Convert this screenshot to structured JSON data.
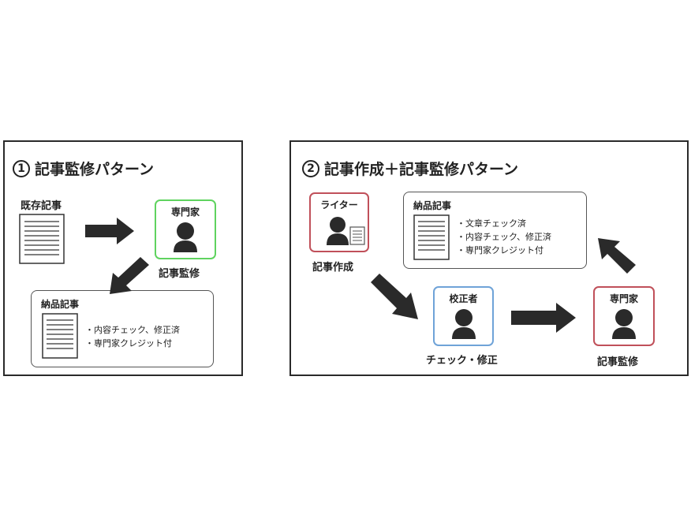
{
  "colors": {
    "green": "#5fd35f",
    "red": "#c0505a",
    "blue": "#6fa3d8",
    "dark": "#2a2a2a"
  },
  "panel1": {
    "number": "1",
    "title": "記事監修パターン",
    "source_label": "既存記事",
    "expert_label": "専門家",
    "expert_caption": "記事監修",
    "delivery_title": "納品記事",
    "delivery_bullets": [
      "・内容チェック、修正済",
      "・専門家クレジット付"
    ]
  },
  "panel2": {
    "number": "2",
    "title": "記事作成＋記事監修パターン",
    "writer_label": "ライター",
    "writer_caption": "記事作成",
    "delivery_title": "納品記事",
    "delivery_bullets": [
      "・文章チェック済",
      "・内容チェック、修正済",
      "・専門家クレジット付"
    ],
    "proofreader_label": "校正者",
    "proofreader_caption": "チェック・修正",
    "expert_label": "専門家",
    "expert_caption": "記事監修"
  }
}
